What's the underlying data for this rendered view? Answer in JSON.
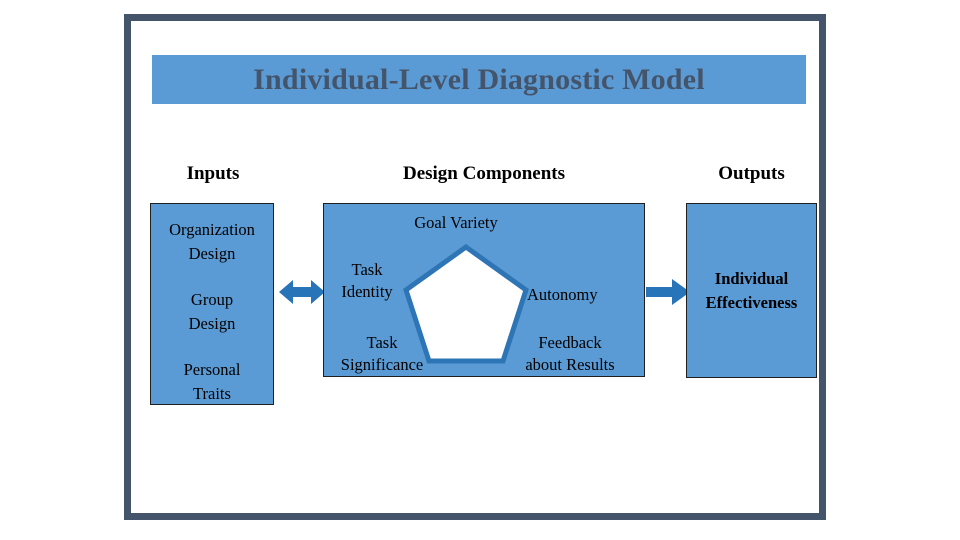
{
  "slide": {
    "title": "Individual-Level Diagnostic Model",
    "background_color": "#FFFFFF",
    "frame_color": "#44546A",
    "accent_blue": "#5B9BD5",
    "pentagon_stroke": "#2E75B6",
    "title_text_color": "#44546A"
  },
  "columns": {
    "inputs_header": "Inputs",
    "design_header": "Design Components",
    "outputs_header": "Outputs"
  },
  "inputs_box": {
    "items": [
      "Organization\nDesign",
      "Group\nDesign",
      "Personal\nTraits"
    ]
  },
  "design_box": {
    "shape": "pentagon",
    "labels": {
      "top": "Goal Variety",
      "upper_left": "Task\nIdentity",
      "right": "Autonomy",
      "lower_left": "Task\nSignificance",
      "lower_right": "Feedback\nabout Results"
    }
  },
  "outputs_box": {
    "label": "Individual\nEffectiveness"
  },
  "arrows": [
    {
      "name": "inputs-design-arrow",
      "direction": "bidirectional",
      "from": "Inputs",
      "to": "Design Components",
      "color": "#2E75B6"
    },
    {
      "name": "design-outputs-arrow",
      "direction": "right",
      "from": "Design Components",
      "to": "Outputs",
      "color": "#2E75B6"
    }
  ]
}
